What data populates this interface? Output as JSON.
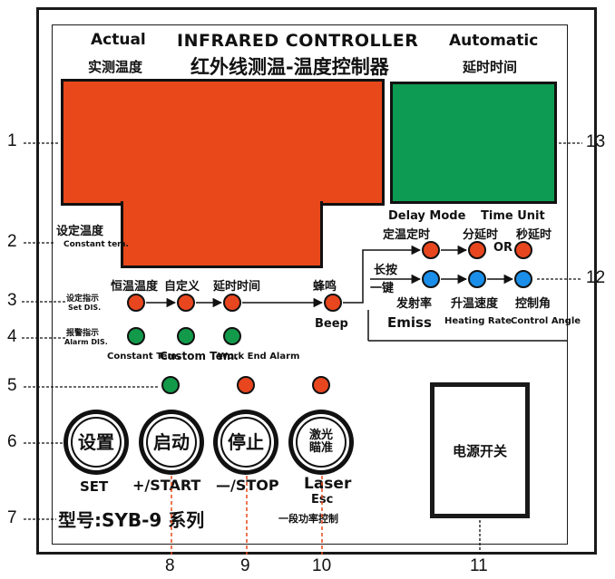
{
  "header": {
    "title": "INFRARED CONTROLLER",
    "title_cn": "红外线测温-温度控制器",
    "actual_en": "Actual",
    "actual_cn": "实测温度",
    "automatic_en": "Automatic",
    "automatic_cn": "延时时间"
  },
  "set_temp": {
    "cn": "设定温度",
    "en": "Constant tem."
  },
  "delay_mode": {
    "delay_mode_en": "Delay Mode",
    "time_unit_en": "Time Unit",
    "fixed_cn": "定温定时",
    "minute_cn": "分延时",
    "or": "OR",
    "second_cn": "秒延时",
    "long_press_cn_1": "长按",
    "long_press_cn_2": "一键",
    "emiss_cn": "发射率",
    "heating_cn": "升温速度",
    "control_cn": "控制角",
    "emiss_en": "Emiss",
    "heating_en": "Heating Rate",
    "control_en": "Control Angle"
  },
  "indicators": {
    "set_dis_cn": "设定指示",
    "set_dis_en": "Set DIS.",
    "alarm_dis_cn": "报警指示",
    "alarm_dis_en": "Alarm DIS.",
    "const_cn": "恒温温度",
    "custom_cn": "自定义",
    "delay_cn": "延时时间",
    "beep_cn": "蜂鸣",
    "beep_en": "Beep",
    "const_en": "Constant Tem.",
    "custom_en": "Custom Tem.",
    "work_end_en": "Work End Alarm"
  },
  "buttons": {
    "set_cn": "设置",
    "start_cn": "启动",
    "stop_cn": "停止",
    "laser_cn_1": "激光",
    "laser_cn_2": "瞄准",
    "set_en": "SET",
    "start_en": "+/START",
    "stop_en": "—/STOP",
    "laser_en": "Laser",
    "esc_en": "Esc",
    "laser_sub_cn": "一段功率控制"
  },
  "model": "型号:SYB-9 系列",
  "power_switch": "电源开关",
  "callouts": [
    "1",
    "2",
    "3",
    "4",
    "5",
    "6",
    "7",
    "8",
    "9",
    "10",
    "11",
    "12",
    "13"
  ]
}
